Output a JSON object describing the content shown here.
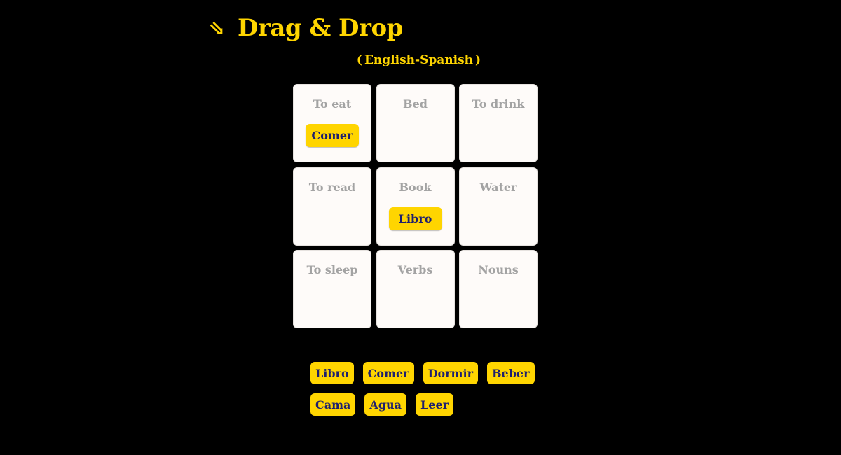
{
  "header": {
    "title_icon": "arrow-down-right-icon",
    "title": "Drag & Drop",
    "subtitle": "English-Spanish"
  },
  "colors": {
    "background": "#000000",
    "accent": "#FFD500",
    "chip_text": "#1E1F6E",
    "cell_bg": "#FEFBF9",
    "cell_label": "#A3A3A3"
  },
  "grid": {
    "cells": [
      {
        "label": "To eat",
        "dropped": "Comer"
      },
      {
        "label": "Bed",
        "dropped": null
      },
      {
        "label": "To drink",
        "dropped": null
      },
      {
        "label": "To read",
        "dropped": null
      },
      {
        "label": "Book",
        "dropped": "Libro"
      },
      {
        "label": "Water",
        "dropped": null
      },
      {
        "label": "To sleep",
        "dropped": null
      },
      {
        "label": "Verbs",
        "dropped": null
      },
      {
        "label": "Nouns",
        "dropped": null
      }
    ]
  },
  "bank": {
    "rows": [
      [
        "Libro",
        "Comer",
        "Dormir",
        "Beber"
      ],
      [
        "Cama",
        "Agua",
        "Leer"
      ]
    ]
  }
}
